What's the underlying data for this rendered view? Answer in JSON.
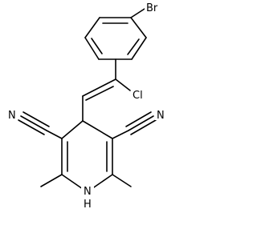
{
  "molecule": {
    "atom_labels": {
      "bromine": "Br",
      "chlorine": "Cl",
      "nitrile_nitrogen_left": "N",
      "nitrile_nitrogen_right": "N",
      "ring_nh": "H"
    },
    "ring_nitrogen": "N"
  },
  "colors": {
    "bond": "#000000",
    "background": "#ffffff"
  }
}
